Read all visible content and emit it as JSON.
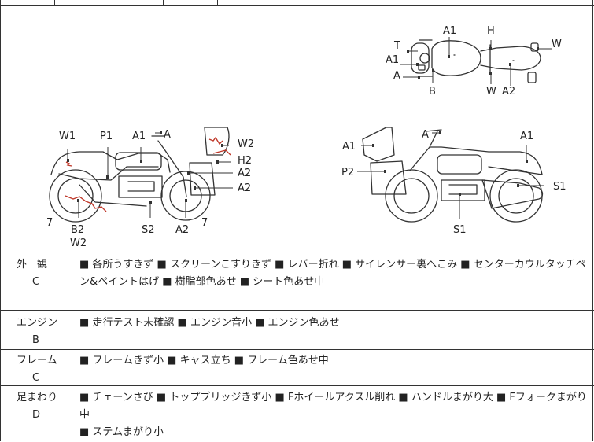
{
  "diagram": {
    "top_view_labels": {
      "t": "T",
      "a1_left": "A1",
      "a": "A",
      "a1_top": "A1",
      "h": "H",
      "w_right": "W",
      "b": "B",
      "w_bottom": "W",
      "a2": "A2"
    },
    "left_side_labels": {
      "w1": "W1",
      "p1": "P1",
      "a1": "A1",
      "a": "A",
      "w2": "W2",
      "h2": "H2",
      "a2_1": "A2",
      "a2_2": "A2",
      "seven_left": "7",
      "b2": "B2",
      "w2_bottom": "W2",
      "s2": "S2",
      "a2_bottom": "A2",
      "seven_right": "7"
    },
    "right_side_labels": {
      "a1_left": "A1",
      "a": "A",
      "a1_right": "A1",
      "p2": "P2",
      "s1_right": "S1",
      "s1_bottom": "S1"
    }
  },
  "rows": [
    {
      "label": "外　観",
      "grade": "C",
      "lines": [
        "■ 各所うすきず ■ スクリーンこすりきず ■ レバー折れ ■ サイレンサー裏へこみ ■ センターカウルタッチペ",
        "ン&ペイントはげ ■ 樹脂部色あせ ■ シート色あせ中"
      ]
    },
    {
      "label": "エンジン",
      "grade": "B",
      "lines": [
        "■ 走行テスト未確認 ■ エンジン音小 ■ エンジン色あせ"
      ]
    },
    {
      "label": "フレーム",
      "grade": "C",
      "lines": [
        "■ フレームきず小 ■ キャス立ち ■ フレーム色あせ中"
      ]
    },
    {
      "label": "足まわり",
      "grade": "D",
      "lines": [
        "■ チェーンさび ■ トップブリッジきず小 ■ Fホイールアクスル削れ ■ ハンドルまがり大 ■ Fフォークまがり中",
        "■ ステムまがり小"
      ]
    }
  ],
  "colors": {
    "line": "#333333",
    "damage_mark": "#c0392b"
  }
}
